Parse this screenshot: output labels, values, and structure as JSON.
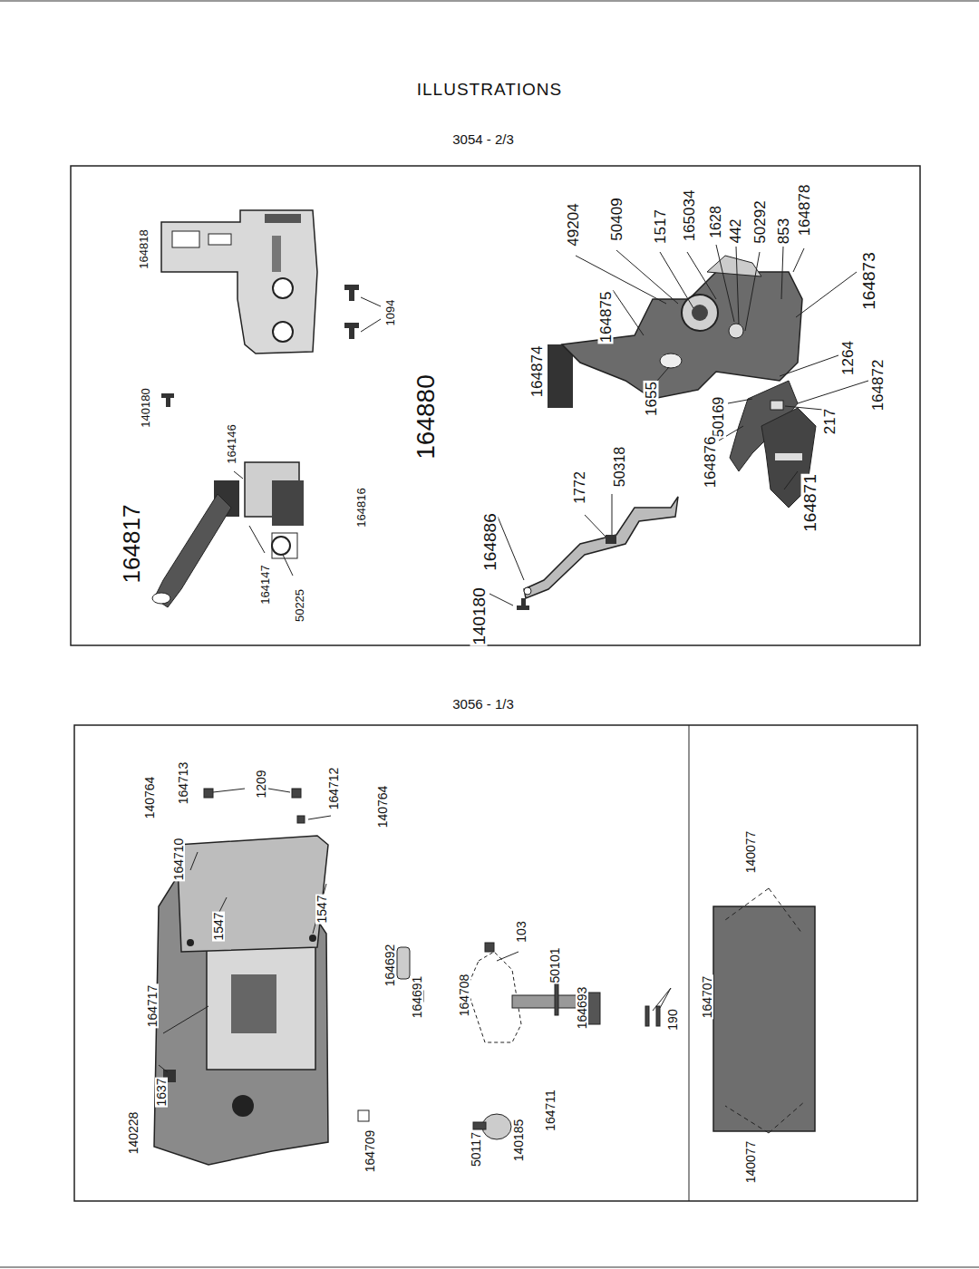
{
  "diagram": {
    "title": "ILLUSTRATIONS",
    "labels": [
      "3054 - 2/3",
      "164818",
      "1094",
      "140180",
      "164146",
      "164817",
      "164147",
      "50225",
      "164816",
      "164880",
      "164886",
      "140180",
      "1772",
      "50318",
      "164874",
      "1655",
      "164875",
      "49204",
      "50409",
      "1517",
      "165034",
      "1628",
      "442",
      "50292",
      "853",
      "164878",
      "164873",
      "1264",
      "164872",
      "217",
      "50169",
      "164876",
      "164871",
      "3056 - 1/3",
      "140228",
      "1637",
      "164717",
      "164709",
      "164692",
      "164691",
      "164708",
      "50117",
      "140185",
      "164711",
      "164693",
      "50101",
      "103",
      "190",
      "164707",
      "140077",
      "140077",
      "140764",
      "164713",
      "164710",
      "1547",
      "1547",
      "1209",
      "164712",
      "140764"
    ]
  }
}
